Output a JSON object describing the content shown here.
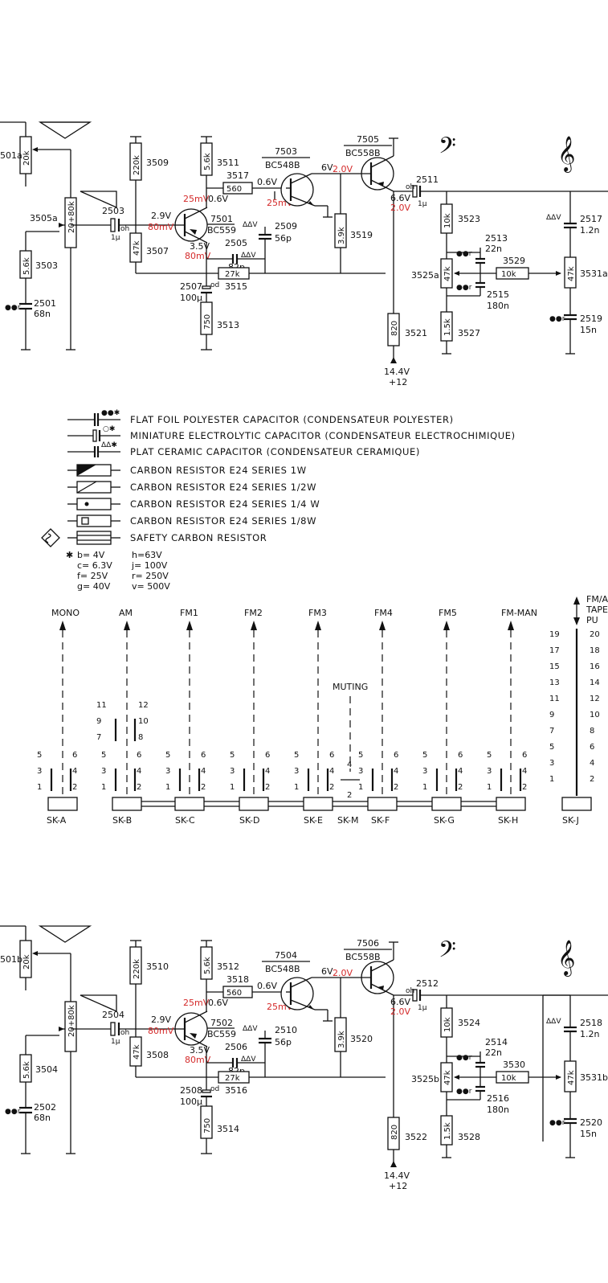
{
  "channel_a": {
    "pots": {
      "bal": "20k",
      "bal_ref": "501a",
      "vol": "20+80k",
      "vol_ref": "3505a",
      "tone": "47k",
      "tone_ref": "3525a",
      "tone2": "47k",
      "tone2_ref": "3531a"
    },
    "resistors": {
      "r3503": "5.6k",
      "r3503_ref": "3503",
      "r3509": "220k",
      "r3509_ref": "3509",
      "r3507": "47k",
      "r3507_ref": "3507",
      "r3511": "5.6k",
      "r3511_ref": "3511",
      "r3517": "560",
      "r3517_ref": "3517",
      "r3515": "27k",
      "r3515_ref": "3515",
      "r3513": "750",
      "r3513_ref": "3513",
      "r3519": "3.9k",
      "r3519_ref": "3519",
      "r3521": "820",
      "r3521_ref": "3521",
      "r3523": "10k",
      "r3523_ref": "3523",
      "r3527": "1.5k",
      "r3527_ref": "3527",
      "r3529": "10k",
      "r3529_ref": "3529"
    },
    "capacitors": {
      "c2503": "2503",
      "c2503_v": "1µ",
      "c2503_t": "oh",
      "c2501": "2501",
      "c2501_v": "68n",
      "c2505": "2505",
      "c2505_v": "82p",
      "c2507": "2507",
      "c2507_v": "100µ",
      "c2507_t": "od",
      "c2509": "2509",
      "c2509_v": "56p",
      "c2511": "2511",
      "c2511_v": "1µ",
      "c2511_t": "oh",
      "c2513": "2513",
      "c2513_v": "22n",
      "c2515": "2515",
      "c2515_v": "180n",
      "c2517": "2517",
      "c2517_v": "1.2n",
      "c2519": "2519",
      "c2519_v": "15n"
    },
    "transistors": {
      "t1": "7501",
      "t1_type": "BC559",
      "t2": "7503",
      "t2_type": "BC548B",
      "t3": "7505",
      "t3_type": "BC558B"
    },
    "voltages": {
      "v1": "2.9V",
      "v1mv": "80mV",
      "v2": "25mV",
      "v3": "0.6V",
      "v4": "3.5V",
      "v4mv": "80mV",
      "v5": "0.6V",
      "v6": "25mV",
      "v7": "6V",
      "v8": "2.0V",
      "v9": "6.6V",
      "v10": "2.0V"
    },
    "supply": {
      "v": "14.4V",
      "rail": "+12"
    },
    "marks": {
      "ooa": "●●",
      "ooa2": "●●r",
      "dav": "ΔΔV",
      "r": "r"
    }
  },
  "channel_b": {
    "pots": {
      "bal": "20k",
      "bal_ref": "501b",
      "vol": "20+80k",
      "tone": "47k",
      "tone_ref": "3525b",
      "tone2": "47k",
      "tone2_ref": "3531b"
    },
    "resistors": {
      "r3504": "5.6k",
      "r3504_ref": "3504",
      "r3510": "220k",
      "r3510_ref": "3510",
      "r3508": "47k",
      "r3508_ref": "3508",
      "r3512": "5.6k",
      "r3512_ref": "3512",
      "r3518": "560",
      "r3518_ref": "3518",
      "r3516": "27k",
      "r3516_ref": "3516",
      "r3514": "750",
      "r3514_ref": "3514",
      "r3520": "3.9k",
      "r3520_ref": "3520",
      "r3522": "820",
      "r3522_ref": "3522",
      "r3524": "10k",
      "r3524_ref": "3524",
      "r3528": "1.5k",
      "r3528_ref": "3528",
      "r3530": "10k",
      "r3530_ref": "3530"
    },
    "capacitors": {
      "c2504": "2504",
      "c2504_v": "1µ",
      "c2504_t": "oh",
      "c2502": "2502",
      "c2502_v": "68n",
      "c2506": "2506",
      "c2506_v": "82p",
      "c2508": "2508",
      "c2508_v": "100µ",
      "c2508_t": "od",
      "c2510": "2510",
      "c2510_v": "56p",
      "c2512": "2512",
      "c2512_v": "1µ",
      "c2512_t": "oh",
      "c2514": "2514",
      "c2514_v": "22n",
      "c2516": "2516",
      "c2516_v": "180n",
      "c2518": "2518",
      "c2518_v": "1.2n",
      "c2520": "2520",
      "c2520_v": "15n"
    },
    "transistors": {
      "t1": "7502",
      "t1_type": "BC559",
      "t2": "7504",
      "t2_type": "BC548B",
      "t3": "7506",
      "t3_type": "BC558B"
    },
    "voltages": {
      "v1": "2.9V",
      "v1mv": "80mV",
      "v2": "25mV",
      "v3": "0.6V",
      "v4": "3.5V",
      "v4mv": "80mV",
      "v5": "0.6V",
      "v6": "25mV",
      "v7": "6V",
      "v8": "2.0V",
      "v9": "6.6V",
      "v10": "2.0V"
    },
    "supply": {
      "v": "14.4V",
      "rail": "+12"
    }
  },
  "legend": [
    {
      "sym": "●●✱",
      "text": "FLAT FOIL POLYESTER CAPACITOR (CONDENSATEUR POLYESTER)"
    },
    {
      "sym": "○✱",
      "text": "MINIATURE  ELECTROLYTIC CAPACITOR (CONDENSATEUR  ELECTROCHIMIQUE)"
    },
    {
      "sym": "ΔΔ✱",
      "text": "PLAT CERAMIC CAPACITOR (CONDENSATEUR CERAMIQUE)"
    },
    {
      "text": "CARBON  RESISTOR  E24 SERIES   1W"
    },
    {
      "text": "CARBON  RESISTOR  E24 SERIES   1/2W"
    },
    {
      "text": "CARBON  RESISTOR  E24 SERIES   1/4 W"
    },
    {
      "text": "CARBON  RESISTOR  E24 SERIES   1/8W"
    },
    {
      "text": "SAFETY  CARBON  RESISTOR"
    }
  ],
  "voltage_codes": {
    "star": "✱",
    "left": [
      "b= 4V",
      "c= 6.3V",
      "f= 25V",
      "g= 40V"
    ],
    "right": [
      "h=63V",
      "j= 100V",
      "r= 250V",
      "v= 500V"
    ]
  },
  "switches": {
    "top_labels": [
      "MONO",
      "AM",
      "FM1",
      "FM2",
      "FM3",
      "FM4",
      "FM5",
      "FM-MAN"
    ],
    "bottom_labels": [
      "SK-A",
      "SK-B",
      "SK-C",
      "SK-D",
      "SK-E",
      "SK-M",
      "SK-F",
      "SK-G",
      "SK-H",
      "SK-J"
    ],
    "muting": "MUTING",
    "right_labels": [
      "FM/A",
      "TAPE",
      "PU"
    ],
    "pins_small": [
      "5",
      "6",
      "3",
      "4",
      "1",
      "2"
    ],
    "pins_b": [
      "11",
      "12",
      "9",
      "10",
      "7",
      "8"
    ],
    "pins_m": [
      "4",
      "2"
    ],
    "pins_j_left": [
      "19",
      "17",
      "15",
      "13",
      "11",
      "9",
      "7",
      "5",
      "3",
      "1"
    ],
    "pins_j_right": [
      "20",
      "18",
      "16",
      "14",
      "12",
      "10",
      "8",
      "6",
      "4",
      "2"
    ]
  },
  "clef": {
    "bass": "𝄢",
    "treble": "𝄞"
  }
}
